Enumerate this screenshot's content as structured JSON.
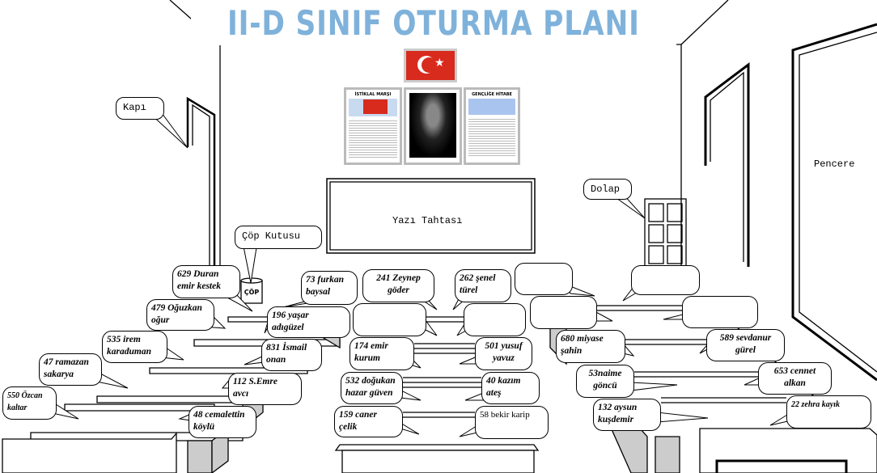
{
  "title": "II-D SINIF OTURMA PLANI",
  "labels": {
    "door": "Kapı",
    "trash": "Çöp Kutusu",
    "trash_can": "ÇÖP",
    "closet": "Dolap",
    "window": "Pencere",
    "board": "Yazı Tahtası"
  },
  "posters": {
    "left": "İSTİKLAL MARŞI",
    "right": "GENÇLİĞE HİTABE"
  },
  "students": {
    "s629": "629 Duran\nemir kestek",
    "s479": "479 Oğuzkan\noğur",
    "s535": "535 irem\nkaraduman",
    "s47": "47 ramazan\nsakarya",
    "s550": "550 Özcan\nkaltar",
    "s73": "73 furkan\nbaysal",
    "s196": "196 yaşar\nadıgüzel",
    "s831": "831 İsmail\nonan",
    "s112": "112 S.Emre\navcı",
    "s48": "48 cemalettin\nköylü",
    "s241": "241 Zeynep\ngöder",
    "s262": "262 şenel\ntürel",
    "s174": "174 emir\nkurum",
    "s501": "501 yusuf\nyavuz",
    "s532": "532 doğukan\nhazar güven",
    "s40": "40 kazım\nateş",
    "s159": "159 caner\nçelik",
    "s58": "58 bekir karip",
    "s680": "680 miyase\nşahin",
    "s589": "589 sevdanur\ngürel",
    "s53": "53naime\ngöncü",
    "s653": "653 cennet\nalkan",
    "s132": "132 aysun\nkuşdemir",
    "s22": "22 zehra kayık"
  }
}
